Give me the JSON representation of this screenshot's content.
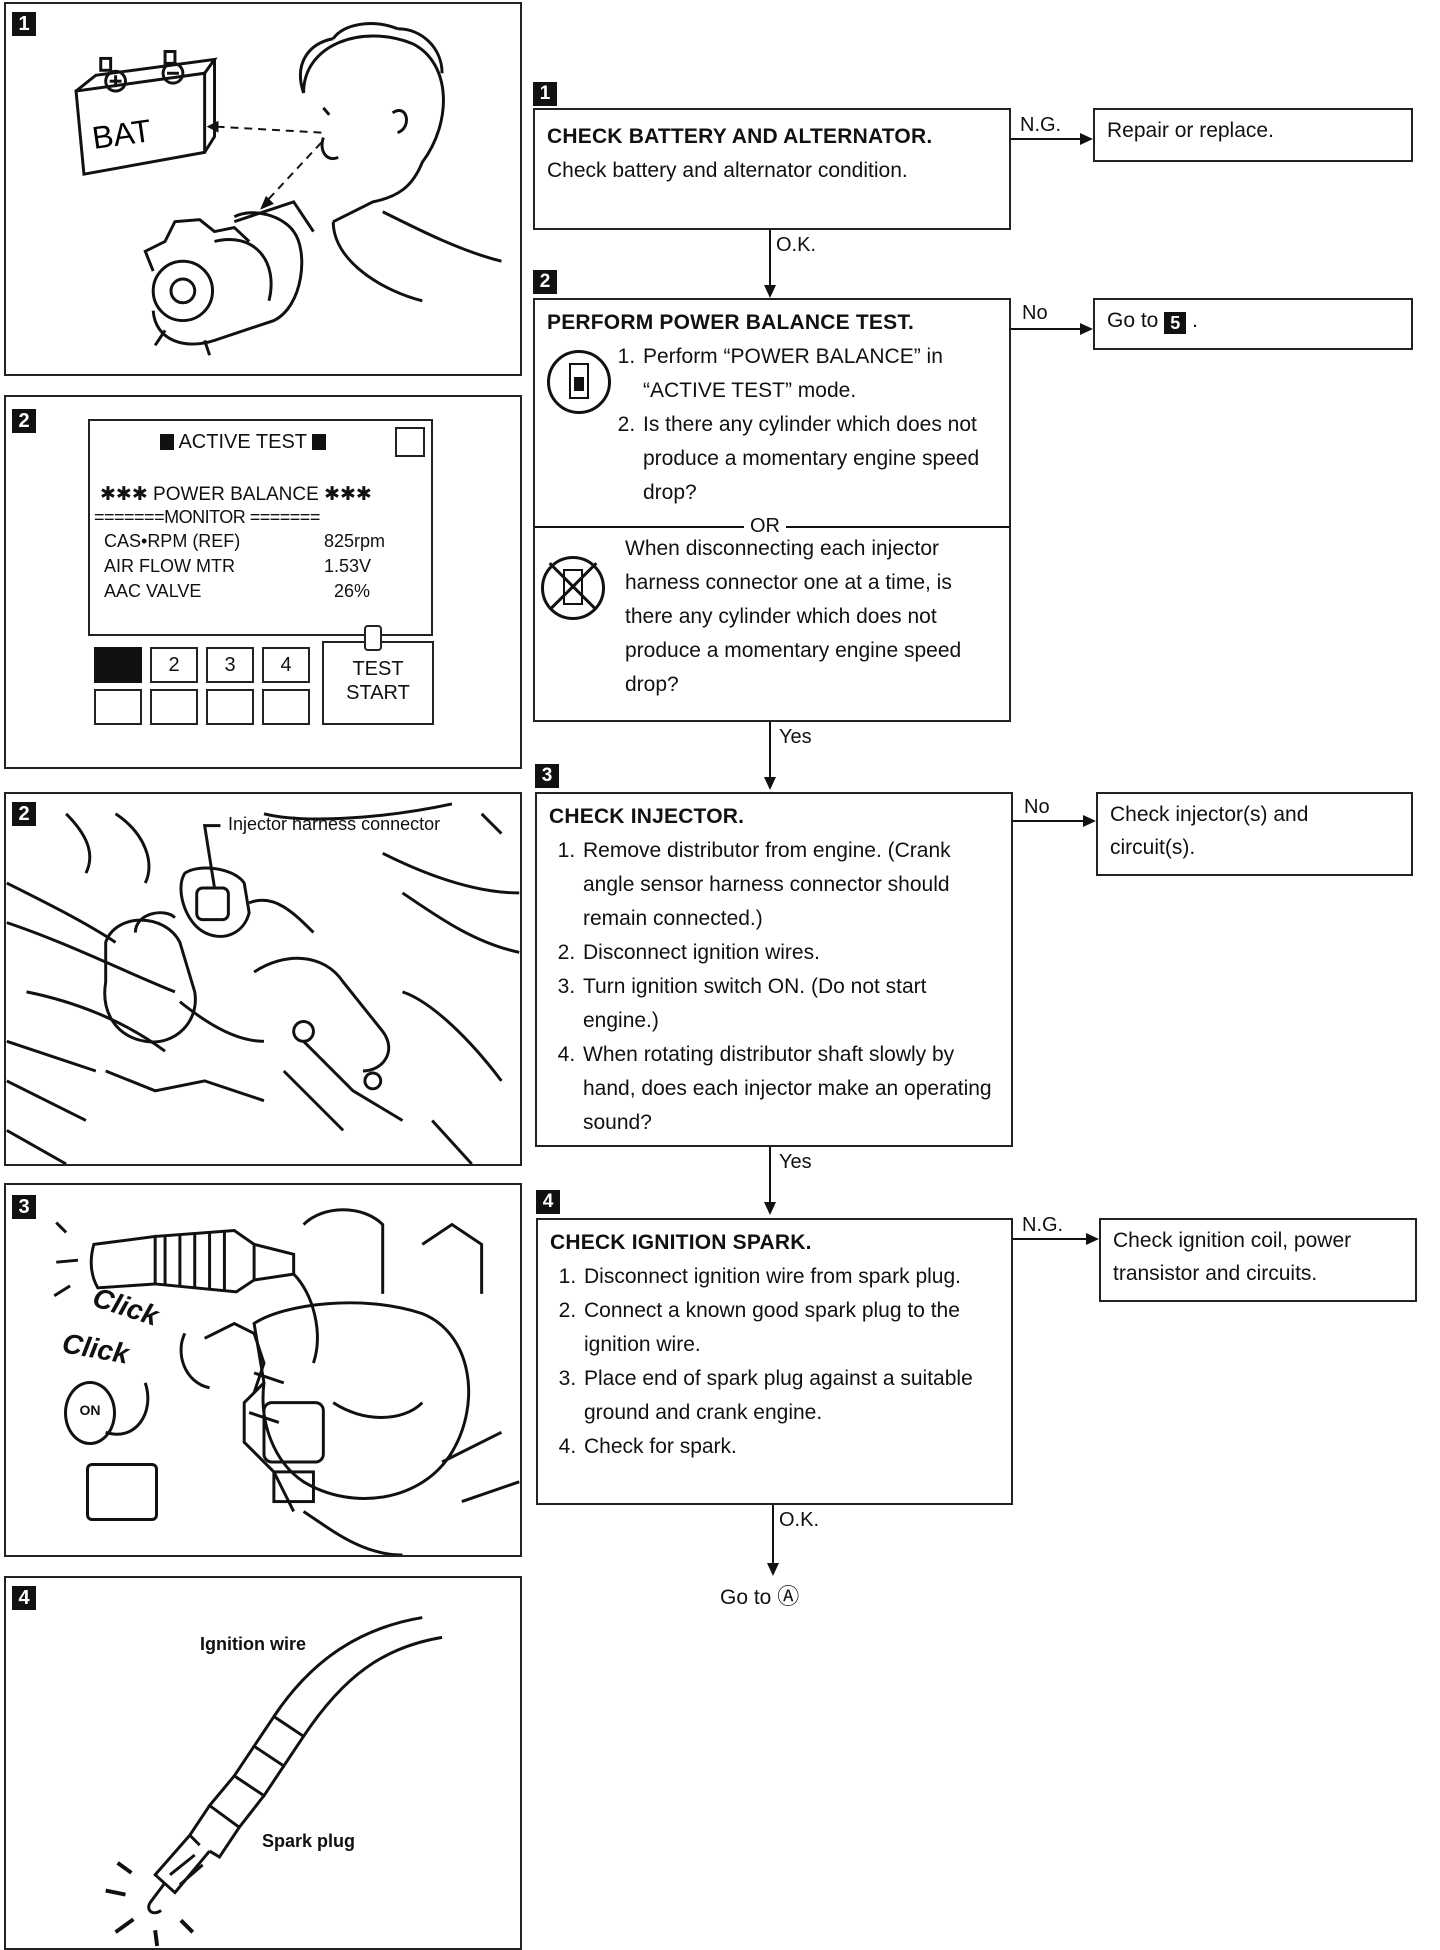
{
  "panels": {
    "p1": {
      "badge": "1",
      "bat_label": "BAT"
    },
    "p2": {
      "badge": "2",
      "screen_title": "ACTIVE TEST",
      "heading": "✱✱✱ POWER BALANCE ✱✱✱",
      "monitor_line": "=======MONITOR =======",
      "rows": [
        {
          "label": "CAS•RPM (REF)",
          "value": "825rpm"
        },
        {
          "label": "AIR FLOW MTR",
          "value": "1.53V"
        },
        {
          "label": "AAC VALVE",
          "value": "26%"
        }
      ],
      "cyl_buttons": [
        "2",
        "3",
        "4"
      ],
      "test_button": [
        "TEST",
        "START"
      ]
    },
    "p3": {
      "badge": "2",
      "callout": "Injector harness connector"
    },
    "p4": {
      "badge": "3",
      "click1": "Click",
      "click2": "Click",
      "on_label": "ON"
    },
    "p5": {
      "badge": "4",
      "ignition_wire": "Ignition wire",
      "spark_plug": "Spark plug"
    }
  },
  "flow": {
    "step1": {
      "badge": "1",
      "title": "CHECK BATTERY AND ALTERNATOR.",
      "text": "Check battery and alternator condition.",
      "side_label": "N.G.",
      "side_text": "Repair or replace.",
      "down_label": "O.K."
    },
    "step2": {
      "badge": "2",
      "title": "PERFORM POWER BALANCE TEST.",
      "items": [
        "Perform “POWER BALANCE” in “ACTIVE TEST” mode.",
        "Is there any cylinder which does not produce a momentary engine speed drop?"
      ],
      "or_label": "OR",
      "alt_text": "When disconnecting each injector harness connector one at a time, is there any cylinder which does not produce a momentary engine speed drop?",
      "side_label": "No",
      "side_text_prefix": "Go to",
      "side_text_badge": "5",
      "side_text_suffix": ".",
      "down_label": "Yes"
    },
    "step3": {
      "badge": "3",
      "title": "CHECK INJECTOR.",
      "items": [
        "Remove distributor from engine. (Crank angle sensor harness connector should remain connected.)",
        "Disconnect ignition wires.",
        "Turn ignition switch ON. (Do not start engine.)",
        "When rotating distributor shaft slowly by hand, does each injector make an operating sound?"
      ],
      "side_label": "No",
      "side_text": "Check injector(s) and circuit(s).",
      "down_label": "Yes"
    },
    "step4": {
      "badge": "4",
      "title": "CHECK IGNITION SPARK.",
      "items": [
        "Disconnect ignition wire from spark plug.",
        "Connect a known good spark plug to the ignition wire.",
        "Place end of spark plug against a suitable ground and crank engine.",
        "Check for spark."
      ],
      "side_label": "N.G.",
      "side_text": "Check ignition coil, power transistor and circuits.",
      "down_label": "O.K."
    },
    "end": {
      "prefix": "Go to",
      "symbol": "Ⓐ"
    }
  }
}
